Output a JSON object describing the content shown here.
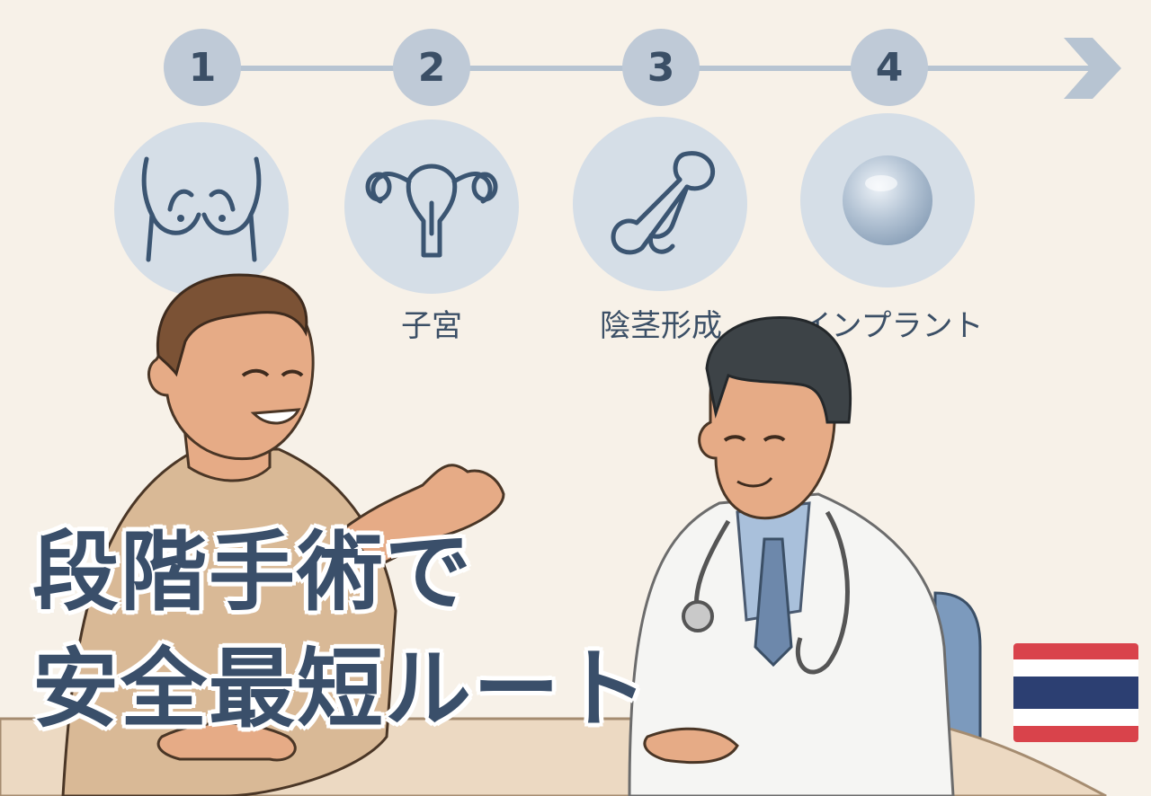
{
  "steps": [
    {
      "number": "1",
      "label": "",
      "icon": "breasts-icon"
    },
    {
      "number": "2",
      "label": "子宮",
      "icon": "uterus-icon"
    },
    {
      "number": "3",
      "label": "陰茎形成",
      "icon": "phallus-icon"
    },
    {
      "number": "4",
      "label": "インプラント",
      "icon": "implant-icon"
    }
  ],
  "headline": {
    "line1": "段階手術で",
    "line2": "安全最短ルート"
  },
  "colors": {
    "background": "#f7f1e8",
    "accent": "#3a4f6a",
    "step_circle": "#bfcad7",
    "icon_circle": "#d5dee7",
    "skin": "#e6ab86",
    "coat": "#f5f5f3"
  },
  "flag": {
    "name": "thailand-flag-icon",
    "stripes": [
      "#d9434b",
      "#ffffff",
      "#2c3f72",
      "#ffffff",
      "#d9434b"
    ]
  }
}
